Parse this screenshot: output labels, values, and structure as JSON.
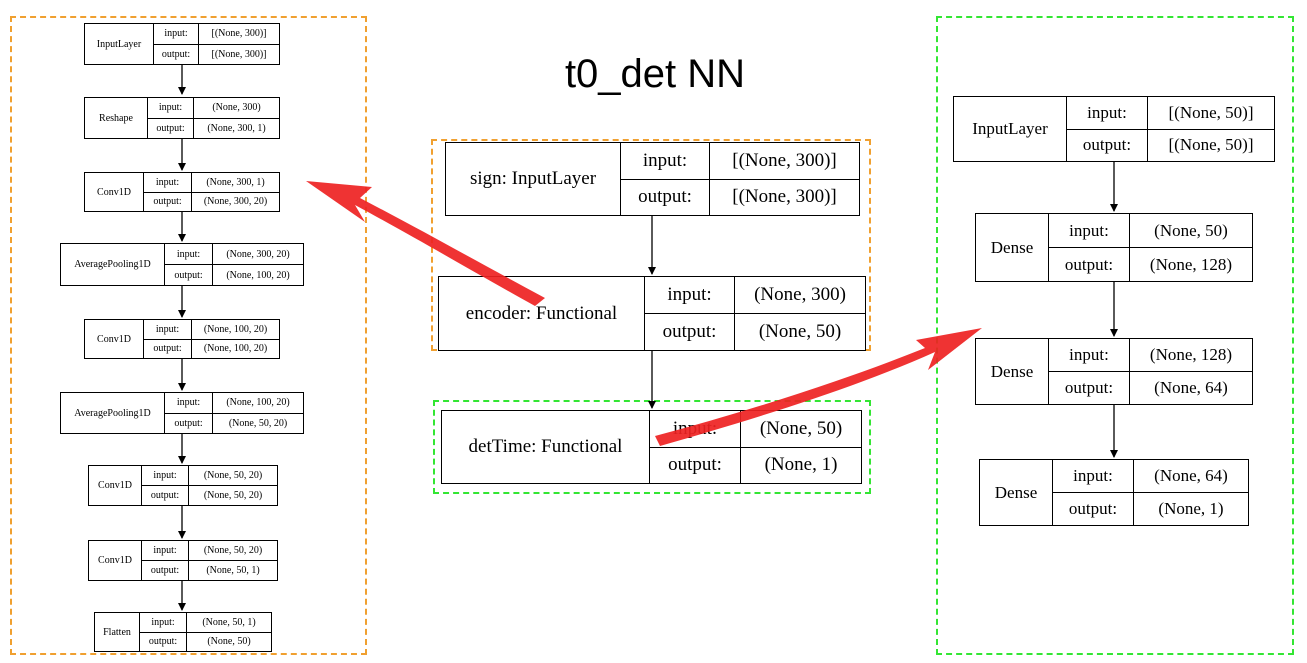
{
  "title": "t0_det NN",
  "labels": {
    "input": "input:",
    "output": "output:"
  },
  "main_model": {
    "sign": {
      "name": "sign: InputLayer",
      "input": "[(None, 300)]",
      "output": "[(None, 300)]"
    },
    "encoder": {
      "name": "encoder: Functional",
      "input": "(None, 300)",
      "output": "(None, 50)"
    },
    "detTime": {
      "name": "detTime: Functional",
      "input": "(None, 50)",
      "output": "(None, 1)"
    }
  },
  "encoder_layers": [
    {
      "name": "InputLayer",
      "input": "[(None, 300)]",
      "output": "[(None, 300)]"
    },
    {
      "name": "Reshape",
      "input": "(None, 300)",
      "output": "(None, 300, 1)"
    },
    {
      "name": "Conv1D",
      "input": "(None, 300, 1)",
      "output": "(None, 300, 20)"
    },
    {
      "name": "AveragePooling1D",
      "input": "(None, 300, 20)",
      "output": "(None, 100, 20)"
    },
    {
      "name": "Conv1D",
      "input": "(None, 100, 20)",
      "output": "(None, 100, 20)"
    },
    {
      "name": "AveragePooling1D",
      "input": "(None, 100, 20)",
      "output": "(None, 50, 20)"
    },
    {
      "name": "Conv1D",
      "input": "(None, 50, 20)",
      "output": "(None, 50, 20)"
    },
    {
      "name": "Conv1D",
      "input": "(None, 50, 20)",
      "output": "(None, 50, 1)"
    },
    {
      "name": "Flatten",
      "input": "(None, 50, 1)",
      "output": "(None, 50)"
    }
  ],
  "dettime_layers": [
    {
      "name": "InputLayer",
      "input": "[(None, 50)]",
      "output": "[(None, 50)]"
    },
    {
      "name": "Dense",
      "input": "(None, 50)",
      "output": "(None, 128)"
    },
    {
      "name": "Dense",
      "input": "(None, 128)",
      "output": "(None, 64)"
    },
    {
      "name": "Dense",
      "input": "(None, 64)",
      "output": "(None, 1)"
    }
  ],
  "colors": {
    "encoder_frame": "#f0a030",
    "dettime_frame": "#33e633",
    "highlight_arrow": "#ee2222"
  }
}
